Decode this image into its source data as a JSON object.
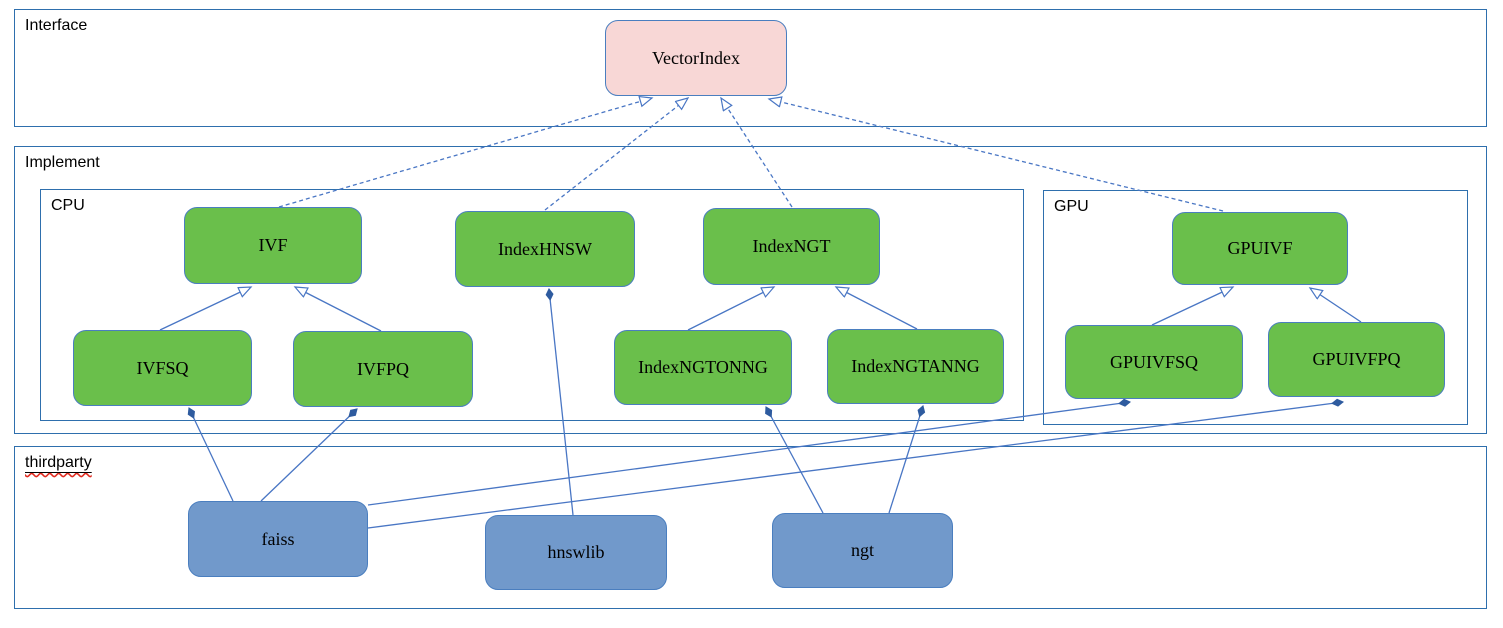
{
  "diagram": {
    "containers": {
      "interface": {
        "label": "Interface"
      },
      "implement": {
        "label": "Implement"
      },
      "cpu": {
        "label": "CPU"
      },
      "gpu": {
        "label": "GPU"
      },
      "thirdparty": {
        "label": "thirdparty"
      }
    },
    "nodes": {
      "vectorindex": {
        "label": "VectorIndex",
        "kind": "interface"
      },
      "ivf": {
        "label": "IVF",
        "kind": "implement-cpu"
      },
      "indexhnsw": {
        "label": "IndexHNSW",
        "kind": "implement-cpu"
      },
      "indexngt": {
        "label": "IndexNGT",
        "kind": "implement-cpu"
      },
      "ivfsq": {
        "label": "IVFSQ",
        "kind": "implement-cpu"
      },
      "ivfpq": {
        "label": "IVFPQ",
        "kind": "implement-cpu"
      },
      "indexngtonng": {
        "label": "IndexNGTONNG",
        "kind": "implement-cpu"
      },
      "indexngtanng": {
        "label": "IndexNGTANNG",
        "kind": "implement-cpu"
      },
      "gpuivf": {
        "label": "GPUIVF",
        "kind": "implement-gpu"
      },
      "gpuivfsq": {
        "label": "GPUIVFSQ",
        "kind": "implement-gpu"
      },
      "gpuivfpq": {
        "label": "GPUIVFPQ",
        "kind": "implement-gpu"
      },
      "faiss": {
        "label": "faiss",
        "kind": "thirdparty"
      },
      "hnswlib": {
        "label": "hnswlib",
        "kind": "thirdparty"
      },
      "ngt": {
        "label": "ngt",
        "kind": "thirdparty"
      }
    },
    "relations": [
      {
        "from": "IVF",
        "to": "VectorIndex",
        "type": "realization"
      },
      {
        "from": "IndexHNSW",
        "to": "VectorIndex",
        "type": "realization"
      },
      {
        "from": "IndexNGT",
        "to": "VectorIndex",
        "type": "realization"
      },
      {
        "from": "GPUIVF",
        "to": "VectorIndex",
        "type": "realization"
      },
      {
        "from": "IVFSQ",
        "to": "IVF",
        "type": "generalization"
      },
      {
        "from": "IVFPQ",
        "to": "IVF",
        "type": "generalization"
      },
      {
        "from": "IndexNGTONNG",
        "to": "IndexNGT",
        "type": "generalization"
      },
      {
        "from": "IndexNGTANNG",
        "to": "IndexNGT",
        "type": "generalization"
      },
      {
        "from": "GPUIVFSQ",
        "to": "GPUIVF",
        "type": "generalization"
      },
      {
        "from": "GPUIVFPQ",
        "to": "GPUIVF",
        "type": "generalization"
      },
      {
        "from": "faiss",
        "to": "IVFSQ",
        "type": "composition"
      },
      {
        "from": "faiss",
        "to": "IVFPQ",
        "type": "composition"
      },
      {
        "from": "faiss",
        "to": "GPUIVFSQ",
        "type": "composition"
      },
      {
        "from": "faiss",
        "to": "GPUIVFPQ",
        "type": "composition"
      },
      {
        "from": "hnswlib",
        "to": "IndexHNSW",
        "type": "composition"
      },
      {
        "from": "ngt",
        "to": "IndexNGTONNG",
        "type": "composition"
      },
      {
        "from": "ngt",
        "to": "IndexNGTANNG",
        "type": "composition"
      }
    ],
    "colors": {
      "interface_node_fill": "#f8d7d6",
      "implement_node_fill": "#6abf4b",
      "thirdparty_node_fill": "#7199cb",
      "node_border": "#4a7ebf",
      "container_border": "#2e6fad",
      "edge_line": "#4976c4",
      "composition_diamond": "#2e5b9f",
      "spellcheck_underline": "#e02b20"
    }
  }
}
